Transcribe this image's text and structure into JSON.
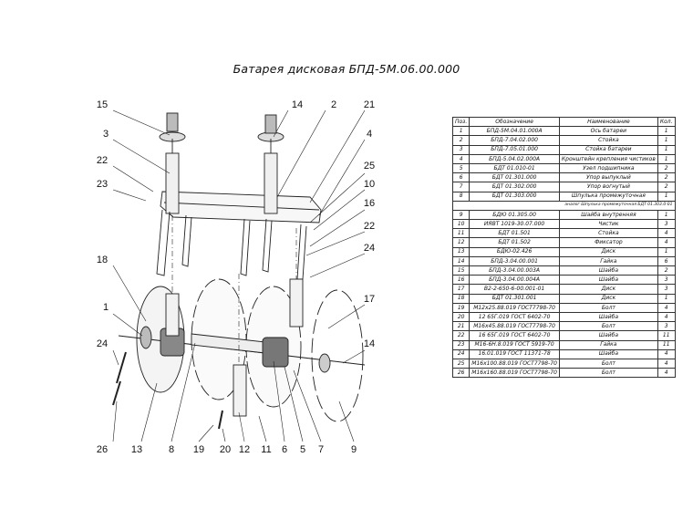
{
  "title": "Батарея дисковая БПД-5М.06.00.000",
  "callouts": [
    "15",
    "14",
    "2",
    "21",
    "3",
    "4",
    "22",
    "25",
    "23",
    "10",
    "16",
    "22",
    "24",
    "18",
    "17",
    "1",
    "24",
    "14",
    "26",
    "13",
    "8",
    "19",
    "20",
    "12",
    "11",
    "6",
    "5",
    "7",
    "9"
  ],
  "table": {
    "headers": [
      "Поз.",
      "Обозначение",
      "Наименование",
      "Кол."
    ],
    "rows": [
      [
        "1",
        "БПД-5М.04.01.000А",
        "Ось батареи",
        "1"
      ],
      [
        "2",
        "БПД-7.04.02.000",
        "Стойка",
        "1"
      ],
      [
        "3",
        "БПД-7.05.01.000",
        "Стойка батареи",
        "1"
      ],
      [
        "4",
        "БПД-5.04.02.000А",
        "Кронштейн крепления чистиков",
        "1"
      ],
      [
        "5",
        "БДТ 01.010-01",
        "Узел подшипника",
        "2"
      ],
      [
        "6",
        "БДТ 01.301.000",
        "Упор выпуклый",
        "2"
      ],
      [
        "7",
        "БДТ 01.302.000",
        "Упор вогнутый",
        "2"
      ],
      [
        "8",
        "БДТ 01.303.000",
        "Шпулька промежуточная",
        "1"
      ],
      [
        "note",
        "аналог Шпулька промежуточная БДТ 01.303.0-01"
      ],
      [
        "9",
        "БДЮ 01.305.00",
        "Шайба внутренняя",
        "1"
      ],
      [
        "10",
        "ИЯВТ 1019-30.07.000",
        "Чистик",
        "3"
      ],
      [
        "11",
        "БДТ 01.501",
        "Стойка",
        "4"
      ],
      [
        "12",
        "БДТ 01.502",
        "Фиксатор",
        "4"
      ],
      [
        "13",
        "БДЮ-02.426",
        "Диск",
        "1"
      ],
      [
        "14",
        "БПД-3.04.00.001",
        "Гайка",
        "6"
      ],
      [
        "15",
        "БПД-3.04.00.003А",
        "Шайба",
        "2"
      ],
      [
        "16",
        "БПД-3.04.00.004А",
        "Шайба",
        "3"
      ],
      [
        "17",
        "В2-2-650-6-00.001-01",
        "Диск",
        "3"
      ],
      [
        "18",
        "БДТ 01.301.001",
        "Диск",
        "1"
      ],
      [
        "19",
        "М12х25.88.019 ГОСТ7798-70",
        "Болт",
        "4"
      ],
      [
        "20",
        "12 65Г.019 ГОСТ 6402-70",
        "Шайба",
        "4"
      ],
      [
        "21",
        "М16х45.88.019 ГОСТ7798-70",
        "Болт",
        "3"
      ],
      [
        "22",
        "16 65Г.019 ГОСТ 6402-70",
        "Шайба",
        "11"
      ],
      [
        "23",
        "М16-6Н.8.019 ГОСТ 5919-70",
        "Гайка",
        "11"
      ],
      [
        "24",
        "16.01.019 ГОСТ 11371-78",
        "Шайба",
        "4"
      ],
      [
        "25",
        "М16х100.88.019 ГОСТ7798-70",
        "Болт",
        "4"
      ],
      [
        "26",
        "М16х160.88.019 ГОСТ7798-70",
        "Болт",
        "4"
      ]
    ]
  }
}
